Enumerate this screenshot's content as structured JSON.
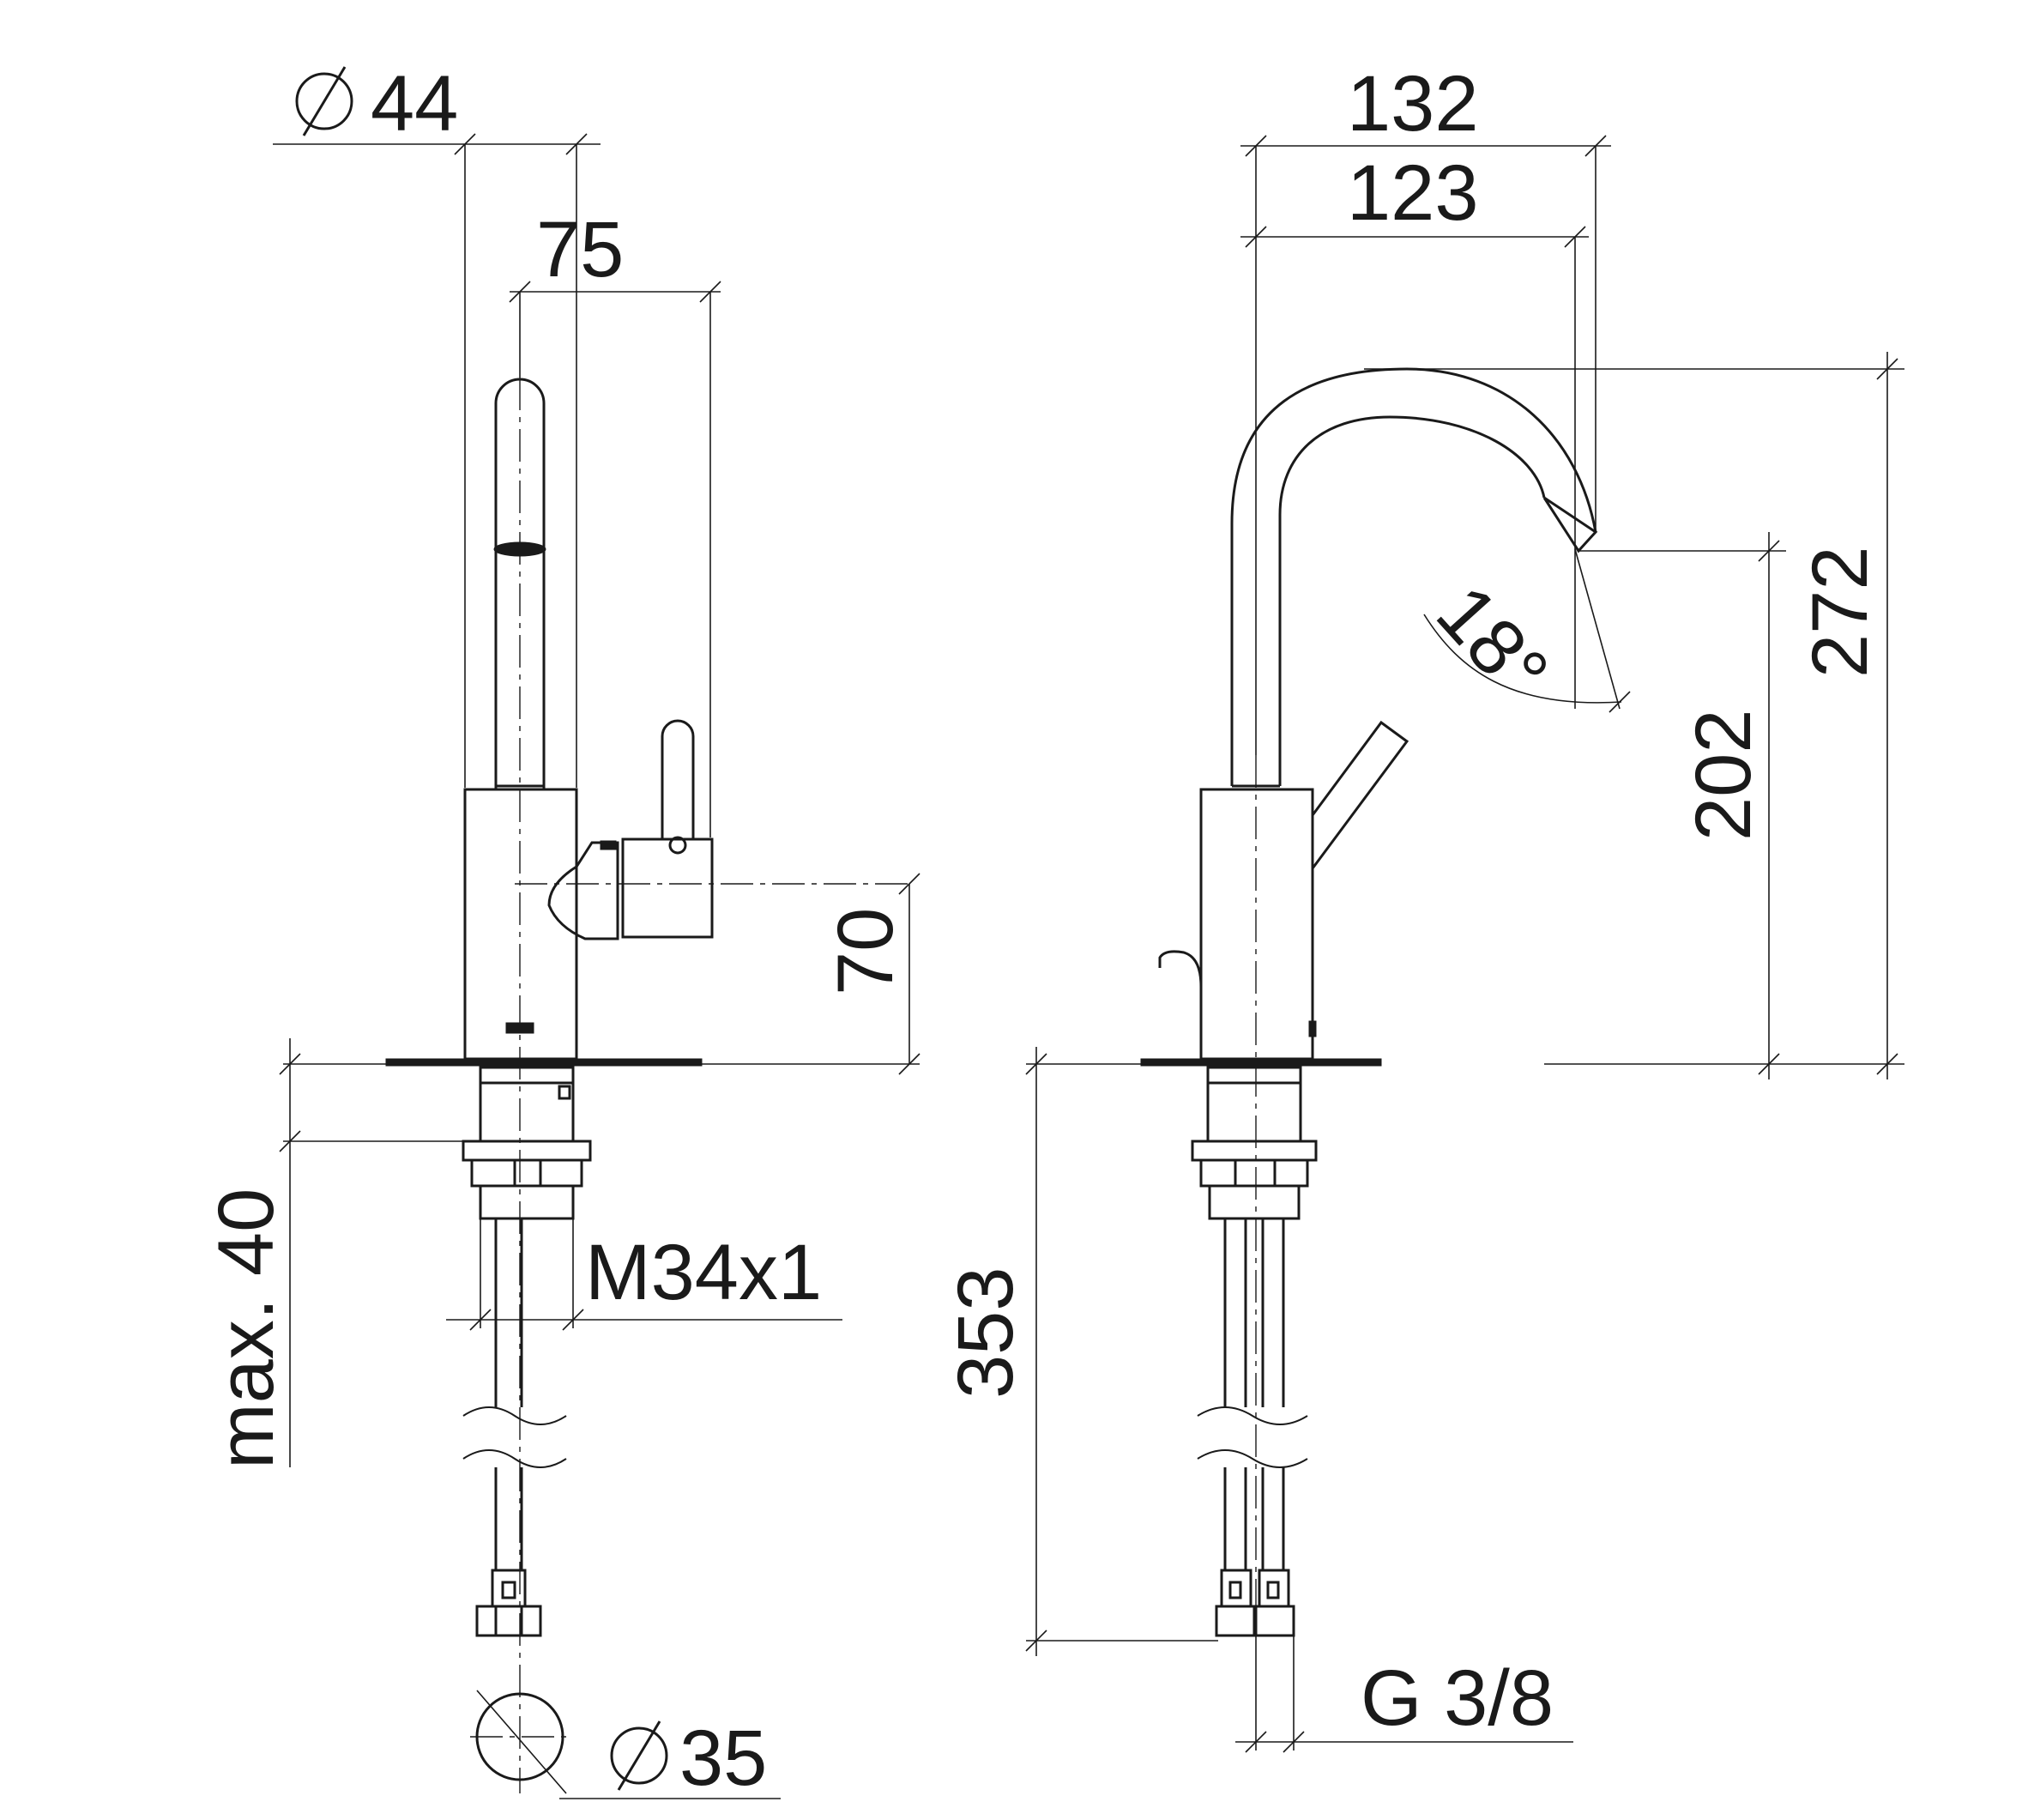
{
  "dimensions": {
    "side": {
      "diameter_44": "44",
      "offset_75": "75",
      "height_70": "70",
      "max_40": "max. 40",
      "thread": "M34x1",
      "diameter_35": "35"
    },
    "front": {
      "reach_132": "132",
      "reach_123": "123",
      "height_272": "272",
      "height_202": "202",
      "angle": "18°",
      "length_353": "353",
      "connection": "G 3/8"
    }
  },
  "symbols": {
    "diameter": "diameter-symbol"
  },
  "colors": {
    "ink": "#1a1a1a",
    "paper": "#ffffff"
  }
}
